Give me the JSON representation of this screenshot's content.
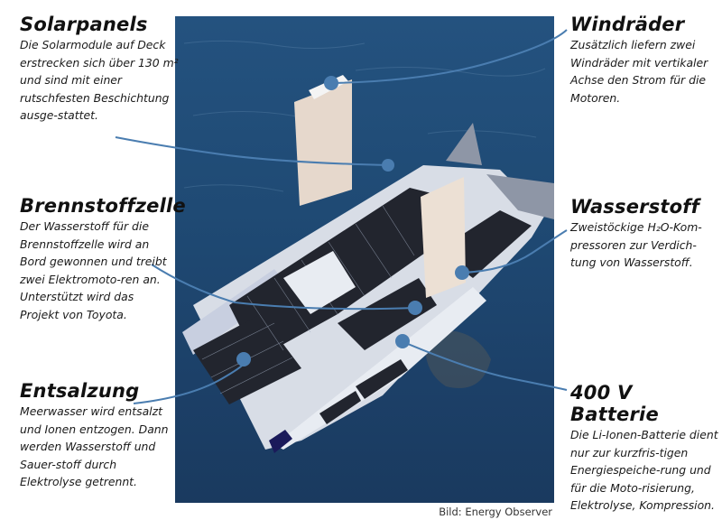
{
  "annotations": {
    "solarpanels": {
      "title": "Solarpanels",
      "text": "Die Solarmodule auf Deck erstrecken sich über 130 m² und sind mit einer rutschfesten Beschichtung ausge-stattet."
    },
    "brennstoffzelle": {
      "title": "Brennstoffzelle",
      "text": "Der Wasserstoff für die Brennstoffzelle wird an Bord gewonnen und treibt zwei Elektromoto-ren an. Unterstützt wird das Projekt von Toyota."
    },
    "entsalzung": {
      "title": "Entsalzung",
      "text": "Meerwasser wird entsalzt und Ionen entzogen. Dann werden Wasserstoff und Sauer-stoff durch Elektrolyse getrennt."
    },
    "windraeder": {
      "title": "Windräder",
      "text": "Zusätzlich liefern zwei Windräder mit vertikaler Achse den Strom für die Motoren."
    },
    "wasserstoff": {
      "title": "Wasserstoff",
      "text": "Zweistöckige H₂O-Kom-pressoren zur Verdich-tung von Wasserstoff."
    },
    "batterie": {
      "title": "400 V Batterie",
      "text": "Die Li-Ionen-Batterie dient nur zur kurzfris-tigen Energiespeiche-rung und für die Moto-risierung, Elektrolyse, Kompression."
    }
  },
  "credit": "Bild: Energy Observer",
  "colors": {
    "connector": "#4a7db0",
    "water": "#1f4a74",
    "text": "#1a1a1a"
  }
}
